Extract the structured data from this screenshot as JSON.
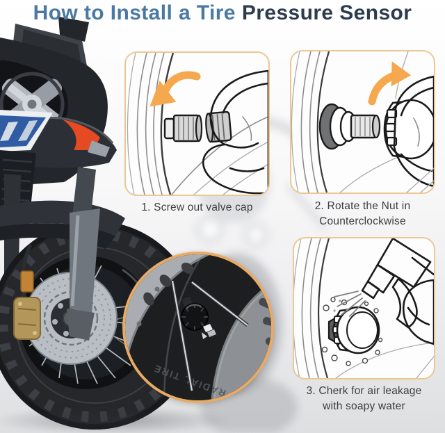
{
  "title": {
    "part1": "How to Install a Tire",
    "part2": "Pressure Sensor"
  },
  "steps": [
    {
      "caption_line1": "1. Screw out valve cap",
      "caption_line2": ""
    },
    {
      "caption_line1": "2. Rotate the Nut in",
      "caption_line2": "Counterclockwise"
    },
    {
      "caption_line1": "3. Cherk for air leakage",
      "caption_line2": "with soapy water"
    }
  ],
  "inset": {
    "tire_text": "RADIAL TIRE"
  },
  "icons": {
    "step1_arrow": "counterclockwise-curved-arrow",
    "step2_arrow": "counterclockwise-curved-arrow",
    "step3_tool": "spray-bottle"
  },
  "colors": {
    "title_blue": "#4a7aa4",
    "title_navy": "#2c3b4e",
    "caption_gray": "#3d3d3f",
    "box_border": "#ecc794",
    "arrow_orange": "#f6a84e",
    "inset_border": "#e8aa64",
    "livery_blue": "#2f5ca3",
    "livery_red": "#e64a22",
    "caliper_gold": "#b2965a"
  }
}
